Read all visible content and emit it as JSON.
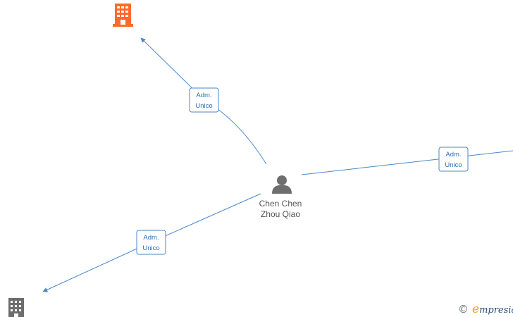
{
  "person": {
    "name_line1": "Chen Chen",
    "name_line2": "Zhou Qiao",
    "icon": "person-icon"
  },
  "companies": [
    {
      "id": "company-top",
      "icon": "building-icon",
      "color": "#ff6a2c"
    },
    {
      "id": "company-bottom-left",
      "icon": "building-icon",
      "color": "#6e6e6e"
    }
  ],
  "edges": [
    {
      "id": "edge-top",
      "line1": "Adm.",
      "line2": "Unico"
    },
    {
      "id": "edge-right",
      "line1": "Adm.",
      "line2": "Unico"
    },
    {
      "id": "edge-bottom-left",
      "line1": "Adm.",
      "line2": "Unico"
    }
  ],
  "colors": {
    "edge": "#4a86c8",
    "person": "#6e6e6e",
    "brand_accent": "#f0a020",
    "brand_text": "#2b4c77"
  },
  "brand": {
    "copyright": "©",
    "initial": "e",
    "rest": "mpresia"
  }
}
